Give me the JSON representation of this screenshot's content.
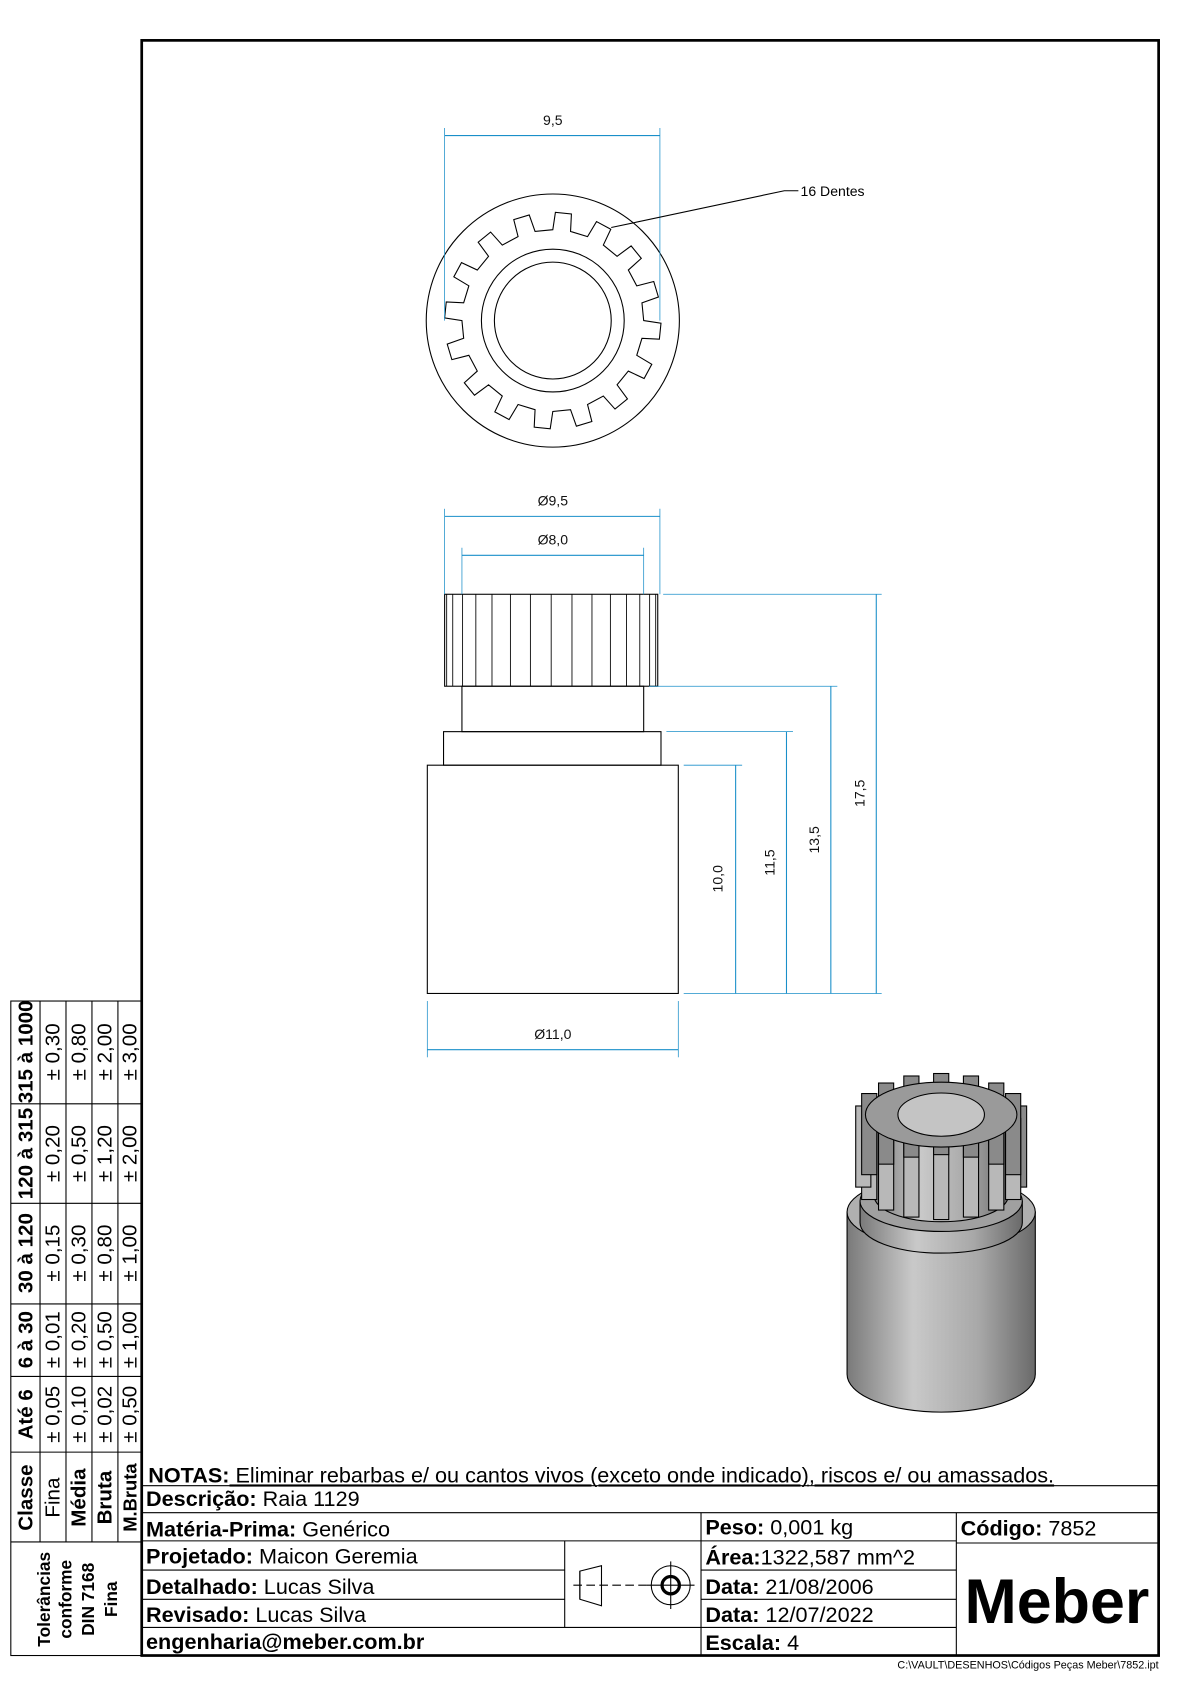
{
  "views": {
    "top": {
      "width_dim": "9,5",
      "teeth_note": "16 Dentes",
      "teeth_count": 16
    },
    "side": {
      "dia_top": "Ø9,5",
      "dia_neck": "Ø8,0",
      "dia_body": "Ø11,0",
      "h1": "10,0",
      "h2": "11,5",
      "h3": "13,5",
      "h4": "17,5"
    }
  },
  "tolerances": {
    "title": [
      "Tolerâncias",
      "conforme",
      "DIN 7168",
      "Fina"
    ],
    "class_header": "Classe",
    "classes": [
      "Fina",
      "Média",
      "Bruta",
      "M.Bruta"
    ],
    "ranges": [
      "Até 6",
      "6 à 30",
      "30 à 120",
      "120 à 315",
      "315 à 1000"
    ],
    "values": [
      [
        "± 0,05",
        "± 0,01",
        "± 0,15",
        "± 0,20",
        "± 0,30"
      ],
      [
        "± 0,10",
        "± 0,20",
        "± 0,30",
        "± 0,50",
        "± 0,80"
      ],
      [
        "± 0,02",
        "± 0,50",
        "± 0,80",
        "± 1,20",
        "± 2,00"
      ],
      [
        "± 0,50",
        "± 1,00",
        "± 1,00",
        "± 2,00",
        "± 3,00"
      ]
    ]
  },
  "title_block": {
    "notes_label": "NOTAS:",
    "notes": " Eliminar rebarbas e/ ou cantos vivos (exceto onde indicado), riscos e/ ou amassados.",
    "desc_label": "Descrição:",
    "desc": " Raia 1129",
    "material_label": "Matéria-Prima:",
    "material": " Genérico",
    "designed_label": "Projetado:",
    "designed": " Maicon Geremia",
    "detailed_label": "Detalhado:",
    "detailed": " Lucas Silva",
    "reviewed_label": "Revisado:",
    "reviewed": " Lucas Silva",
    "email": "engenharia@meber.com.br",
    "weight_label": "Peso:",
    "weight": " 0,001 kg",
    "area_label": "Área:",
    "area": "1322,587 mm^2",
    "date1_label": "Data:",
    "date1": " 21/08/2006",
    "date2_label": "Data:",
    "date2": " 12/07/2022",
    "scale_label": "Escala:",
    "scale": " 4",
    "code_label": "Código:",
    "code": " 7852",
    "logo": "Meber"
  },
  "file_path": "C:\\VAULT\\DESENHOS\\Códigos Peças Meber\\7852.ipt"
}
